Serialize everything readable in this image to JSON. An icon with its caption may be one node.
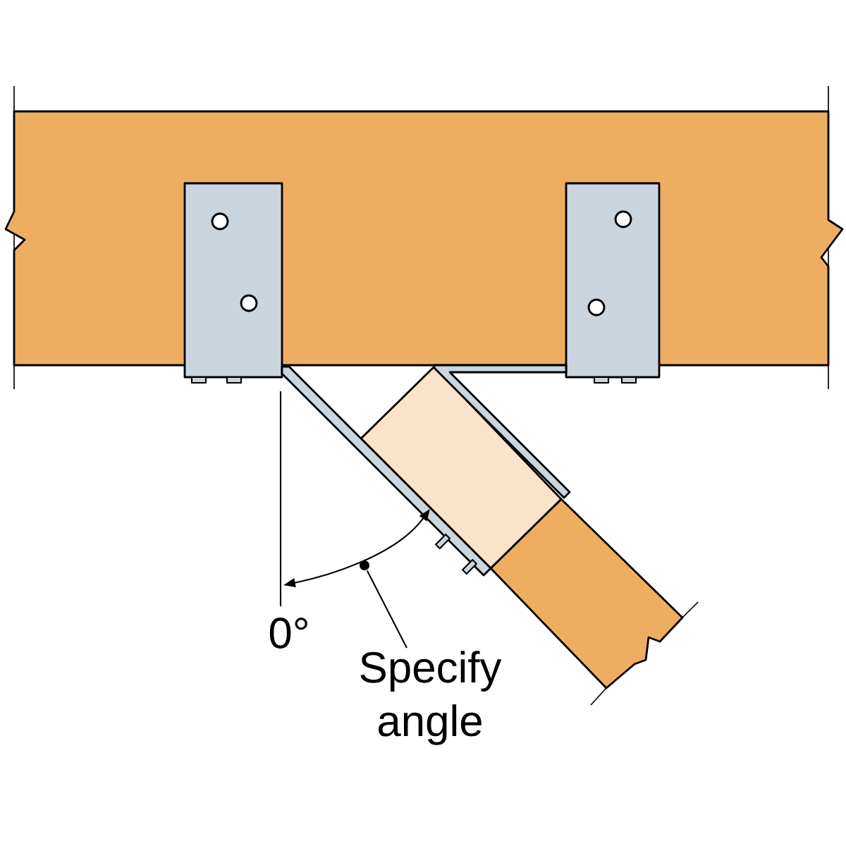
{
  "diagram": {
    "nodes": [
      {
        "text": [
          "Specify angle"
        ]
      },
      {
        "text": [],
        "shape": "circle"
      }
    ],
    "edges": [
      {
        "from": 0,
        "to": 1,
        "arrow": "none"
      }
    ],
    "labels": [
      "0°"
    ]
  }
}
